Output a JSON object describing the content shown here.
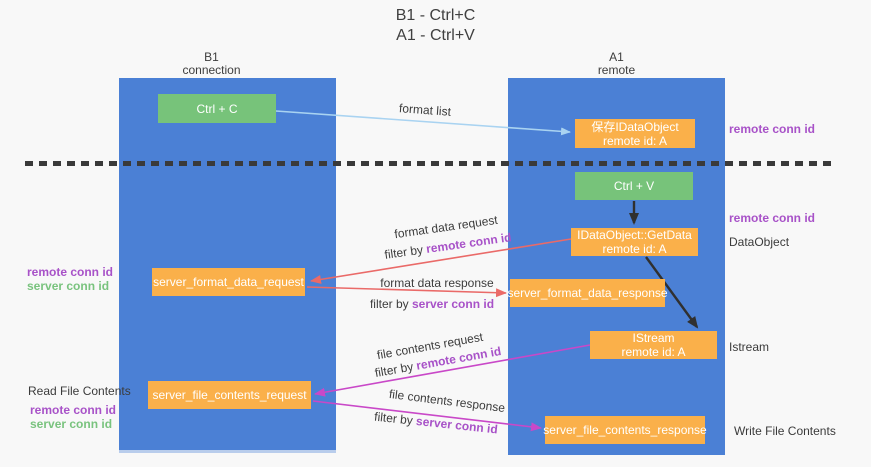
{
  "title": {
    "line1": "B1 - Ctrl+C",
    "line2": "A1 - Ctrl+V"
  },
  "lanes": {
    "left": {
      "name": "B1",
      "role": "connection"
    },
    "right": {
      "name": "A1",
      "role": "remote"
    }
  },
  "boxes": {
    "ctrl_c": {
      "label": "Ctrl + C"
    },
    "ctrl_v": {
      "label": "Ctrl + V"
    },
    "save_dataobject": {
      "line1": "保存IDataObject",
      "line2": "remote id: A"
    },
    "getdata": {
      "line1": "IDataObject::GetData",
      "line2": "remote id: A"
    },
    "istream": {
      "line1": "IStream",
      "line2": "remote id: A"
    },
    "server_format_data_request": {
      "label": "server_format_data_request"
    },
    "server_format_data_response": {
      "label": "server_format_data_response"
    },
    "server_file_contents_request": {
      "label": "server_file_contents_request"
    },
    "server_file_contents_response": {
      "label": "server_file_contents_response"
    }
  },
  "flow_labels": {
    "format_list": {
      "text": "format list"
    },
    "format_data_request": {
      "text": "format data request",
      "filter_prefix": "filter by ",
      "filter_key": "remote conn id"
    },
    "format_data_response": {
      "text": "format data response",
      "filter_prefix": "filter by ",
      "filter_key": "server conn id"
    },
    "file_contents_request": {
      "text": "file contents request",
      "filter_prefix": "filter by ",
      "filter_key": "remote conn id"
    },
    "file_contents_response": {
      "text": "file contents response",
      "filter_prefix": "filter by ",
      "filter_key": "server conn id"
    }
  },
  "annotations": {
    "remote_conn_id_top": "remote conn id",
    "remote_conn_id_mid": "remote conn id",
    "dataobject": "DataObject",
    "istream": "Istream",
    "write_file_contents": "Write File Contents",
    "read_file_contents": "Read File Contents",
    "left_format": {
      "remote": "remote conn id",
      "server": "server conn id"
    },
    "left_file": {
      "remote": "remote conn id",
      "server": "server conn id"
    }
  },
  "colors": {
    "lane_blue": "#4b80d5",
    "box_green": "#77c37a",
    "box_orange": "#fab04a",
    "arrow_salmon": "#ea6a68",
    "arrow_magenta": "#c948c8",
    "arrow_light_blue": "#a9d3f1",
    "arrow_black": "#303030",
    "highlight_purple": "#a852c8",
    "highlight_green": "#79c37e"
  }
}
